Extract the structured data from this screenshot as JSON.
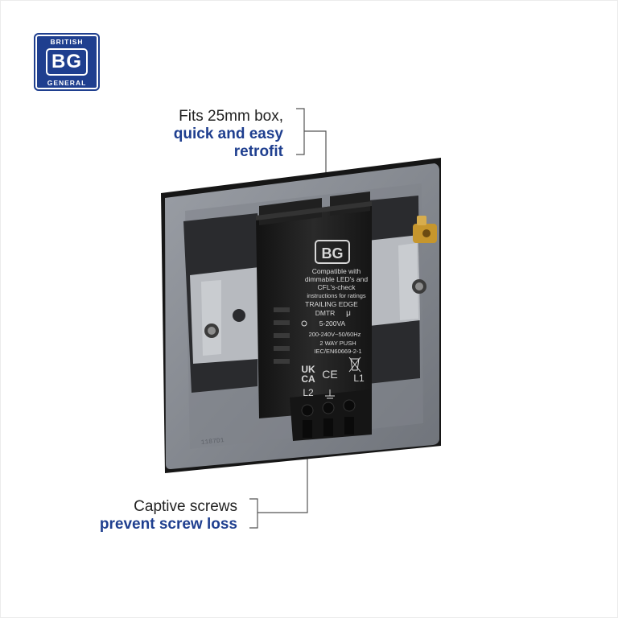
{
  "logo": {
    "top_word": "BRITISH",
    "mark": "BG",
    "bottom_word": "GENERAL",
    "color": "#1f3f8f"
  },
  "callouts": {
    "top": {
      "line1": "Fits 25mm box,",
      "line2": "quick and easy",
      "line3": "retrofit"
    },
    "bottom": {
      "line1": "Captive screws",
      "line2": "prevent screw loss"
    }
  },
  "module_label": {
    "brand": "BG",
    "line1": "Compatible with",
    "line2": "dimmable LED's and",
    "line3": "CFL's-check",
    "line4": "instructions for ratings",
    "line5": "TRAILING EDGE",
    "line6": "DMTR",
    "symbol_mu": "μ",
    "line7": "5-200VA",
    "line8": "200-240V~50/60Hz",
    "line9": "2 WAY PUSH",
    "line10": "IEC/EN60669-2-1",
    "ukca_top": "UK",
    "ukca_bottom": "CA",
    "ce": "CE",
    "terminal_left": "L2",
    "terminal_right": "L1"
  },
  "plate_code": "1187D1",
  "colors": {
    "plate": "#8b8f96",
    "module": "#1a1a1a",
    "accent": "#1f3f8f"
  }
}
